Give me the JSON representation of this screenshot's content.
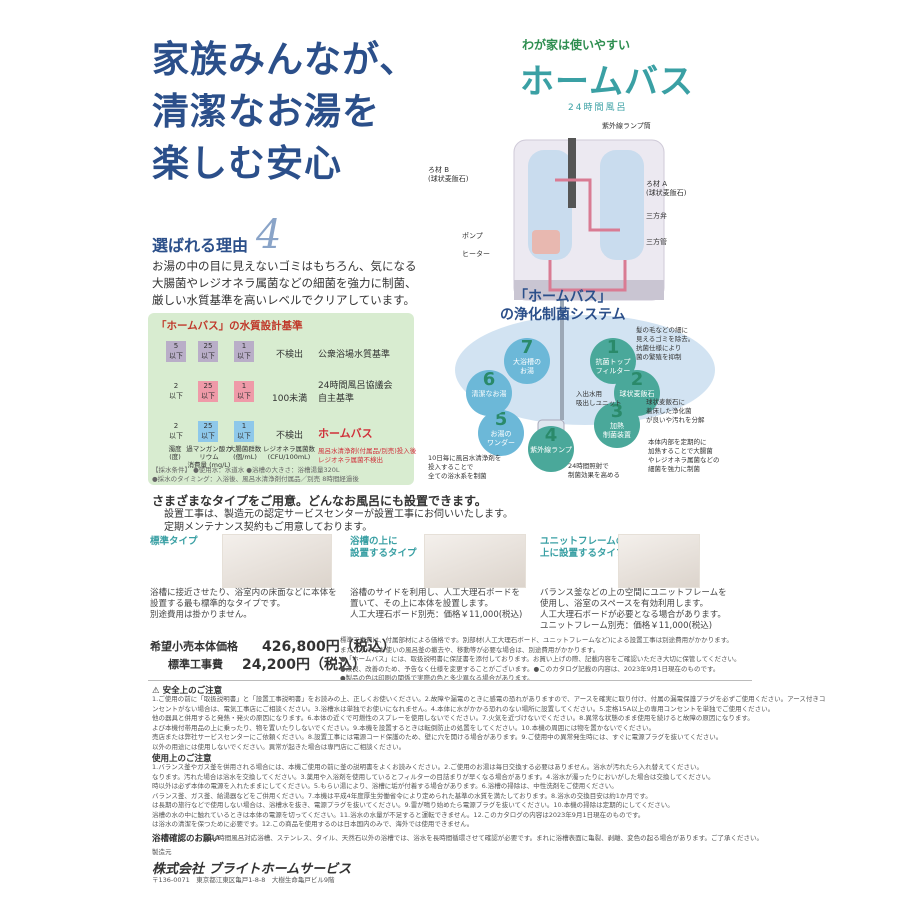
{
  "headline": {
    "line1": "家族みんなが、",
    "line2": "清潔なお湯を",
    "line3": "楽しむ安心"
  },
  "brand": {
    "tagline": "わが家は使いやすい",
    "name": "ホームバス",
    "sub": "24時間風呂"
  },
  "reason": {
    "label": "選ばれる理由",
    "number": "4"
  },
  "intro": {
    "line1": "お湯の中の目に見えないゴミはもちろん、気になる",
    "line2": "大腸菌やレジオネラ属菌などの細菌を強力に制菌、",
    "line3": "厳しい水質基準を高いレベルでクリアしています。"
  },
  "spec": {
    "title": "「ホームバス」の水質設計基準",
    "row1": {
      "c1": "5\n以下",
      "c2": "25\n以下",
      "c3": "1\n以下",
      "r1": "不検出",
      "r2": "公衆浴場水質基準"
    },
    "row2": {
      "c1": "2\n以下",
      "c2": "25\n以下",
      "c3": "1\n以下",
      "r1": "100未満",
      "r2a": "24時間風呂協議会",
      "r2b": "自主基準"
    },
    "row3": {
      "c1": "2\n以下",
      "c2": "25\n以下",
      "c3": "1\n以下",
      "r1": "不検出",
      "r2": "ホームバス"
    },
    "head1": "濁度\n(度)",
    "head2": "過マンガン酸カリウム\n消費量 (mg/L)",
    "head3": "大腸菌群数\n(個/mL)",
    "head4": "レジオネラ属菌数\n(CFU/100mL)",
    "note_red1": "風呂水清浄剤(付属品/別売)投入後",
    "note_red2": "レジオネラ属菌不検出",
    "cond1": "【採水条件】 ●使用水：水道水 ●浴槽の大きさ：浴槽湯量320L",
    "cond2": "●採水のタイミング：入浴後、風呂水清浄剤付属品／別売 8時間経過後"
  },
  "diagram": {
    "uv_lamp": "紫外線ランプ筒",
    "filter_b": "ろ材 B\n(球状麦飯石)",
    "filter_a": "ろ材 A\n(球状麦飯石)",
    "valve3": "三方弁",
    "pump": "ポンプ",
    "heater": "ヒーター",
    "pipe3": "三方管",
    "system_title1": "「ホームバス」",
    "system_title2": "の浄化制菌システム",
    "steps": [
      {
        "n": "1",
        "t": "抗菌トップ\nフィルター"
      },
      {
        "n": "2",
        "t": "球状麦飯石"
      },
      {
        "n": "3",
        "t": "加熱\n制菌装置"
      },
      {
        "n": "4",
        "t": "紫外線ランプ"
      },
      {
        "n": "5",
        "t": "お湯の\nワンダー"
      },
      {
        "n": "6",
        "t": "清潔なお湯"
      },
      {
        "n": "7",
        "t": "大浴槽の\nお湯"
      }
    ],
    "inout": "入出水用\n吸出しユニット",
    "desc1": "髪の毛などの細に\n見えるゴミを除去。\n抗菌仕様により\n菌の繁殖を抑制",
    "desc3": "球状麦飯石に\n着床した浄化菌\nが良いや汚れを分解",
    "desc4": "本体内部を定期的に\n加熱することで大腸菌\nやレジオネラ属菌などの\n細菌を強力に制菌",
    "desc5": "10日毎に風呂水清浄剤を\n投入することで\n全ての浴水系を制菌",
    "desc6": "24時間照射で\n制菌効果を高める"
  },
  "types": {
    "lead": "さまざまなタイプをご用意。どんなお風呂にも設置できます。",
    "lead2a": "設置工事は、製造元の認定サービスセンターが設置工事にお伺いいたします。",
    "lead2b": "定期メンテナンス契約もご用意しております。",
    "t1_title": "標準タイプ",
    "t1_desc1": "浴槽に接近させたり、浴室内の床面などに本体を",
    "t1_desc2": "設置する最も標準的なタイプです。",
    "t1_desc3": "別途費用は掛かりません。",
    "t2_title1": "浴槽の上に",
    "t2_title2": "設置するタイプ",
    "t2_desc1": "浴槽のサイドを利用し、人工大理石ボードを",
    "t2_desc2": "置いて、その上に本体を設置します。",
    "t2_desc3": "人工大理石ボード別売：価格￥11,000(税込)",
    "t3_title1": "ユニットフレームの",
    "t3_title2": "上に設置するタイプ",
    "t3_desc1": "バランス釜などの上の空間にユニットフレームを",
    "t3_desc2": "使用し、浴室のスペースを有効利用します。",
    "t3_desc3": "人工大理石ボードが必要となる場合があります。",
    "t3_desc4": "ユニットフレーム別売：価格￥11,000(税込)"
  },
  "price": {
    "label1": "希望小売本体価格",
    "value1": "426,800円（税込）",
    "label2": "標準工事費",
    "value2": "24,200円（税込）",
    "note1": "標準工事費は、付属部材による価格です。別部材(人工大理石ボード、ユニットフレームなど)による設置工事は別途費用がかかります。",
    "note2": "また、すでにお使いの風呂釜の撤去や、移動等が必要な場合は、別途費用がかかります。",
    "note3": "●「ホームバス」には、取扱説明書に保証書を添付しております。お買い上げの際、記載内容をご確認いただき大切に保管してください。",
    "note4": "●改良、改善のため、予告なく仕様を変更することがございます。●このカタログ記載の内容は、2023年9月1日現在のものです。",
    "note5": "●製品の色は印刷の関係で実際の色と多少異なる場合があります。"
  },
  "safety": {
    "title": "安全上のご注意",
    "line1": "1.ご使用の前に「取扱説明書」と「設置工事説明書」をお読みの上、正しくお使いください。2.故障や漏電のときに感電の恐れがありますので、アースを確実に取り付け、付属の漏電保護プラグを必ずご使用ください。アース付きコ",
    "line2": "ンセントがない場合は、電気工事店にご相談ください。3.浴槽水は単独でお使いになれません。4.本体に水がかかる恐れのない場所に設置してください。5.定格15A以上の専用コンセントを単独でご使用ください。",
    "line3": "他の器具と併用すると発熱・発火の原因になります。6.本体の近くで可燃性のスプレーを使用しないでください。7.火気を近づけないでください。8.異常な状態のまま使用を続けると故障の原因になります。",
    "line4": "よび本機付帯用品の上に乗ったり、物を置いたりしないでください。9.本機を設置するときは転倒防止の処置をしてください。10.本機の周囲には物を置かないでください。",
    "line5": "売店または弊社サービスセンターにご依頼ください。8.設置工事には電源コード保護のため、壁に穴を開ける場合があります。9.ご使用中の異常発生時には、すぐに電源プラグを抜いてください。",
    "line6": "以外の用途には使用しないでください。異常が起きた場合は専門店にご相談ください。"
  },
  "usage": {
    "title": "使用上のご注意",
    "line1": "1.バランス釜やガス釜を併用される場合には、本機ご使用の前に釜の説明書をよくお読みください。2.ご使用のお湯は毎日交換する必要はありません。浴水が汚れたら入れ替えてください。",
    "line2": "なります。汚れた場合は浴水を交換してください。3.薬用や入浴剤を使用しているとフィルターの目詰まりが早くなる場合があります。4.浴水が濁ったりにおいがした場合は交換してください。",
    "line3": "時以外は必ず本体の電源を入れたままにしてください。5.もらい湯により、浴槽に垢が付着する場合があります。6.浴槽の掃除は、中性洗剤をご使用ください。",
    "line4": "バランス釜、ガス釜、給湯器などをご併用ください。7.本機は平成4年度厚生労働省令により定められた基準の水質を満たしております。8.浴水の交換目安は約1か月です。",
    "line5": "は長期の旅行などで使用しない場合は、浴槽水を抜き、電源プラグを抜いてください。9.雷が鳴り始めたら電源プラグを抜いてください。10.本機の掃除は定期的にしてください。",
    "line6": "浴槽の水の中に触れているときは本体の電源を切ってください。11.浴水の水量が不足すると運転できません。12.このカタログの内容は2023年9月1日現在のものです。",
    "line7": "は浴水の清潔を保つために必要です。12.この商品を使用するのは日本国内のみで、海外では使用できません。"
  },
  "aftercare": {
    "title": "浴槽確認のお願い",
    "line1": "24時間風呂対応浴槽、ステンレス、タイル、天然石以外の浴槽では、浴水を長時間循環させて確認が必要です。まれに浴槽表面に亀裂、剥離、変色の起る場合があります。ご了承ください。"
  },
  "maker": {
    "label": "製造元",
    "name": "株式会社 ブライトホームサービス",
    "address": "〒136-0071　東京都江東区亀戸1-8-8　大樹生命亀戸ビル9階"
  },
  "colors": {
    "headline": "#2b4f8a",
    "brand": "#3aa0a4",
    "spec_bg": "#d8ecd0",
    "accent_red": "#d0303a"
  }
}
